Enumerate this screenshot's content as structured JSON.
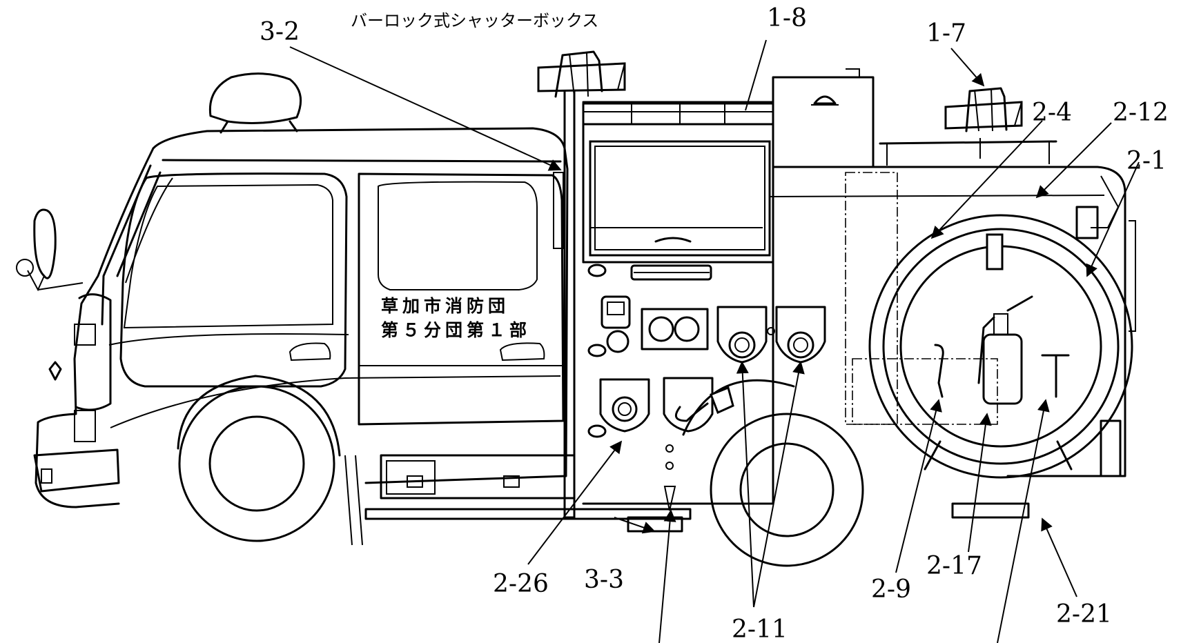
{
  "diagram": {
    "shutter_box_label": "バーロック式シャッターボックス",
    "door_text_line1": "草加市消防団",
    "door_text_line2": "第５分団第１部",
    "callouts": [
      {
        "id": "3-2",
        "text": "3-2"
      },
      {
        "id": "1-8",
        "text": "1-8"
      },
      {
        "id": "1-7",
        "text": "1-7"
      },
      {
        "id": "2-4",
        "text": "2-4"
      },
      {
        "id": "2-12",
        "text": "2-12"
      },
      {
        "id": "2-1",
        "text": "2-1"
      },
      {
        "id": "2-26",
        "text": "2-26"
      },
      {
        "id": "3-3",
        "text": "3-3"
      },
      {
        "id": "2-11",
        "text": "2-11"
      },
      {
        "id": "2-9",
        "text": "2-9"
      },
      {
        "id": "2-17",
        "text": "2-17"
      },
      {
        "id": "2-21",
        "text": "2-21"
      }
    ]
  }
}
